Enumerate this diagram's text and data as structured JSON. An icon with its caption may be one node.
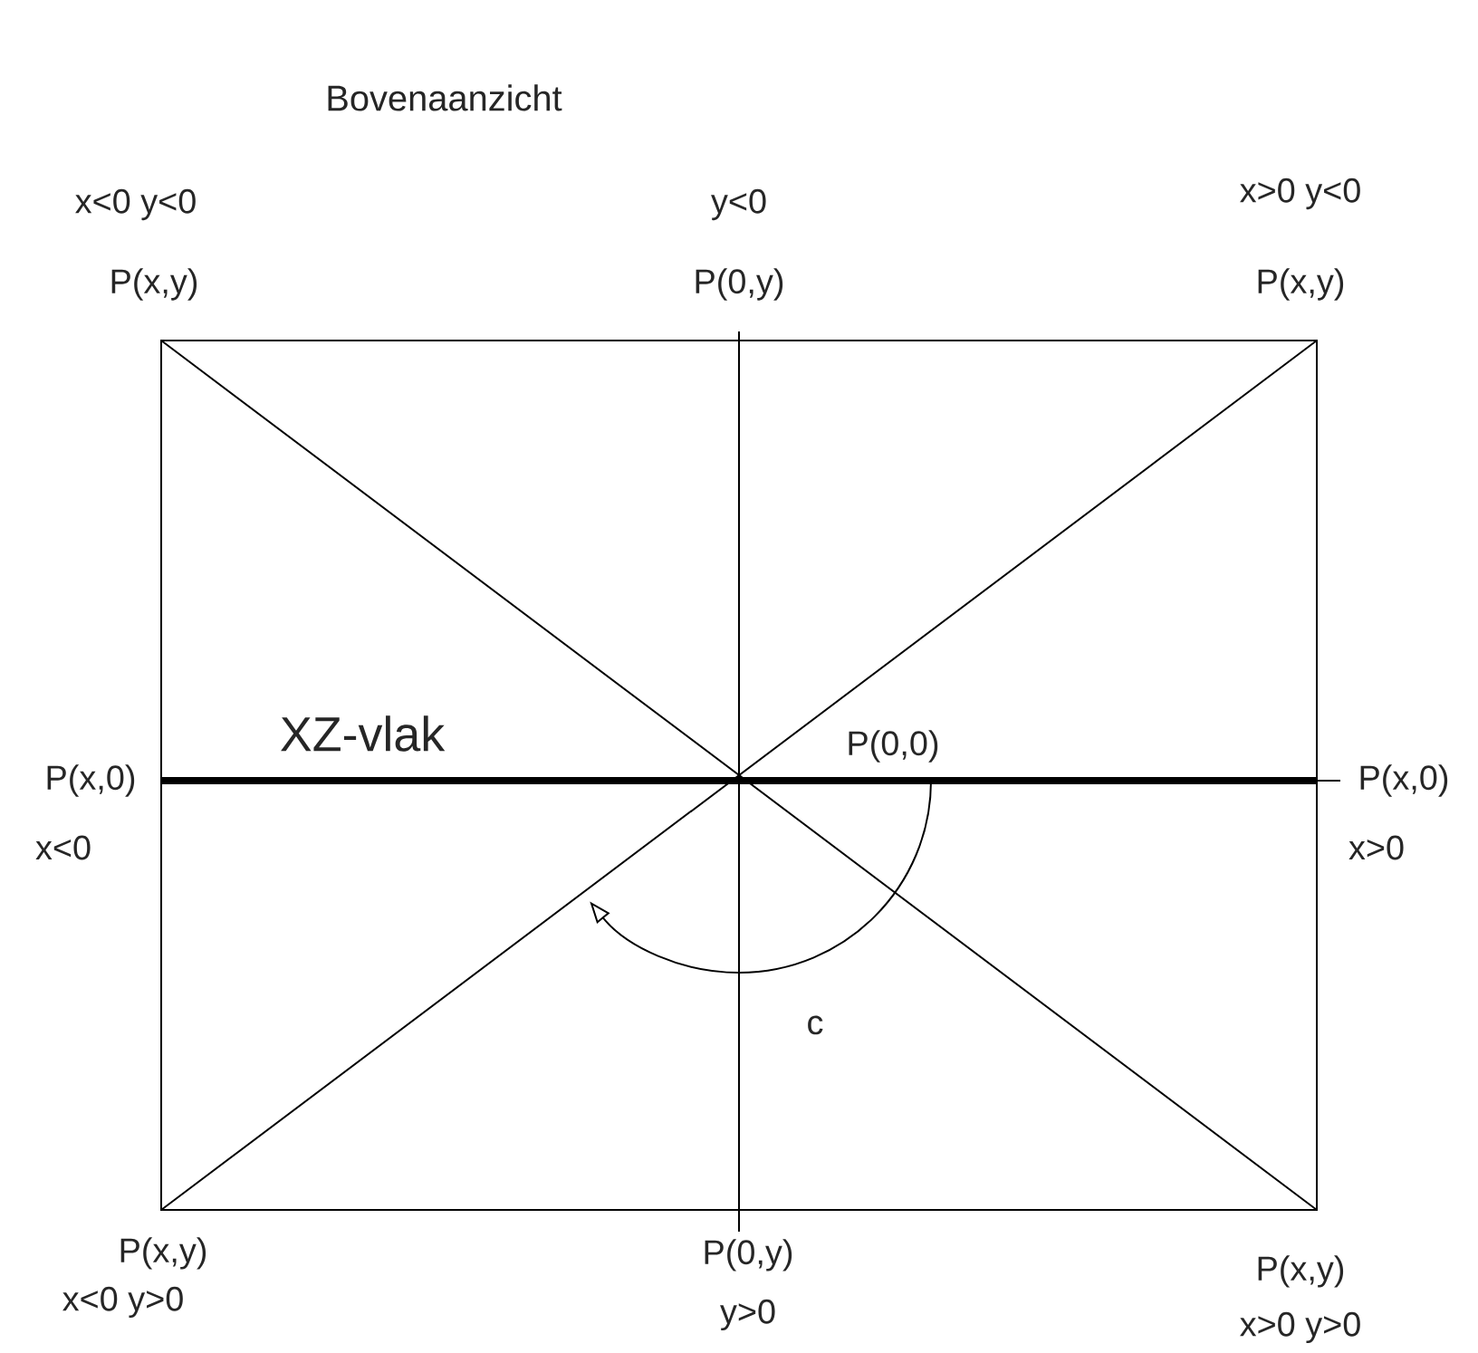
{
  "diagram": {
    "title": "Bovenaanzicht",
    "labels": [
      "x<0 y<0",
      "P(x,y)",
      "y<0",
      "P(0,y)",
      "x>0 y<0",
      "P(x,y)",
      "XZ-vlak",
      "P(x,0)",
      "x<0",
      "P(0,0)",
      "P(x,0)",
      "x>0",
      "c",
      "P(x,y)",
      "x<0 y>0",
      "P(0,y)",
      "y>0",
      "P(x,y)",
      "x>0 y>0"
    ]
  }
}
